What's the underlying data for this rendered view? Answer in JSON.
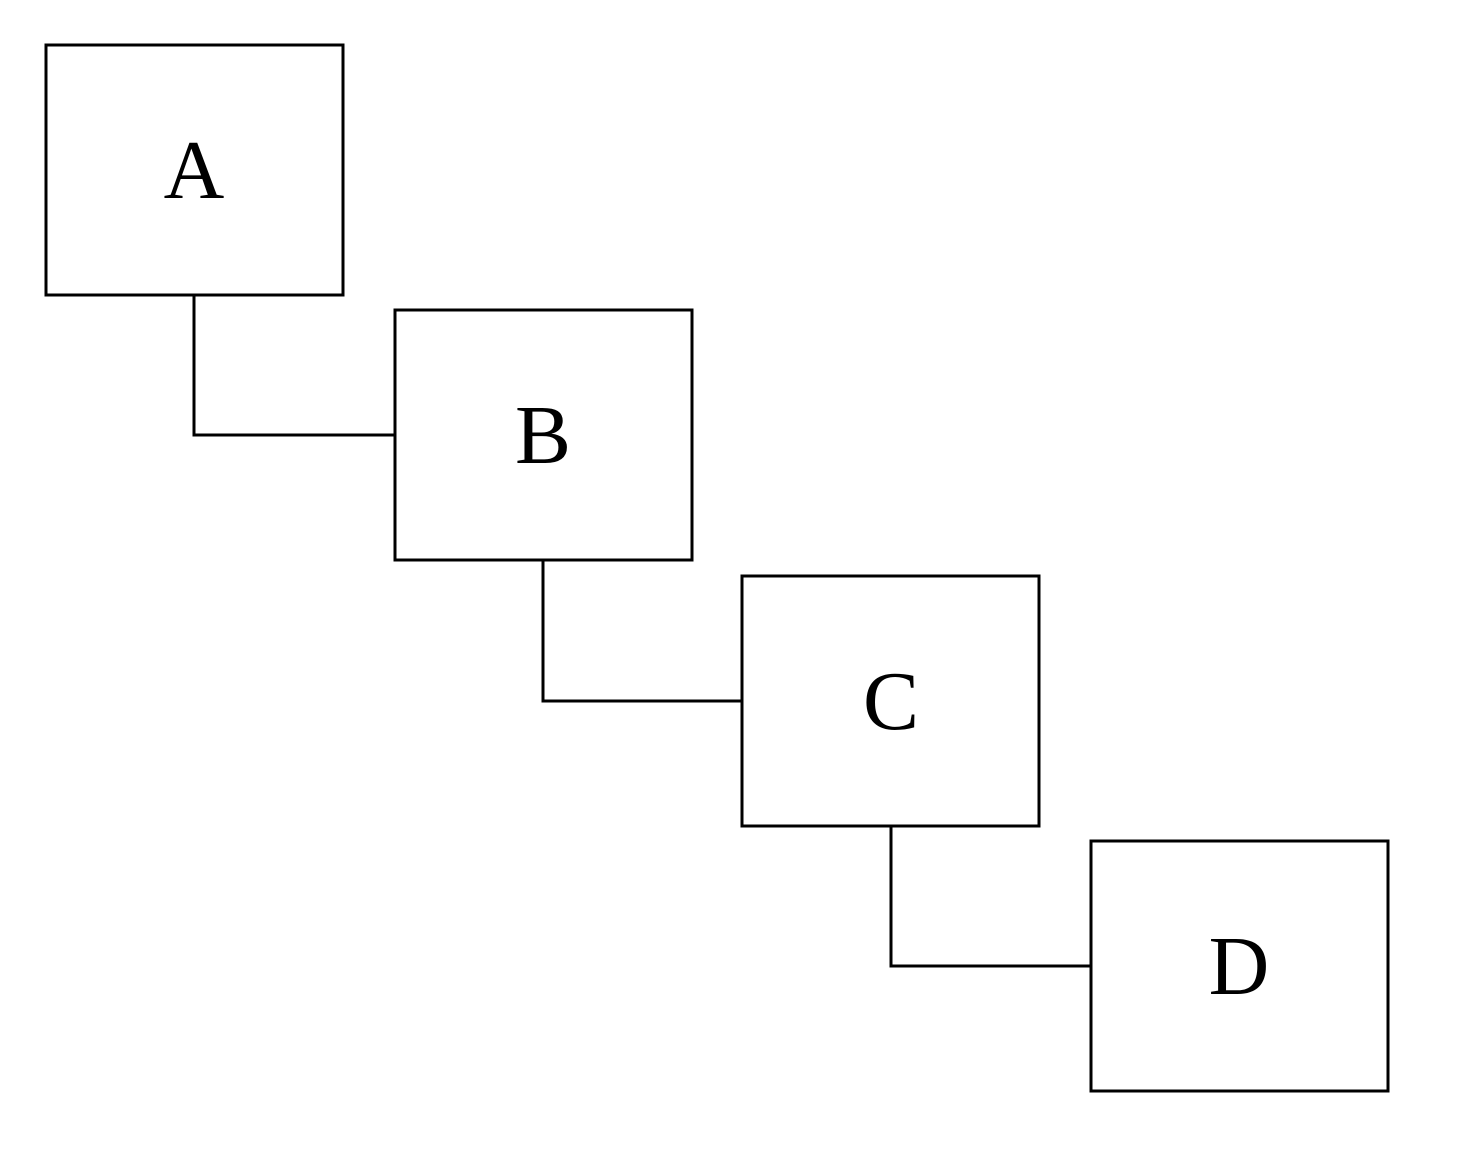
{
  "diagram": {
    "nodes": [
      {
        "id": "a",
        "label": "A"
      },
      {
        "id": "b",
        "label": "B"
      },
      {
        "id": "c",
        "label": "C"
      },
      {
        "id": "d",
        "label": "D"
      }
    ],
    "edges": [
      {
        "from": "a",
        "to": "b"
      },
      {
        "from": "b",
        "to": "c"
      },
      {
        "from": "c",
        "to": "d"
      }
    ],
    "colors": {
      "stroke": "#000000",
      "background": "#ffffff"
    }
  }
}
